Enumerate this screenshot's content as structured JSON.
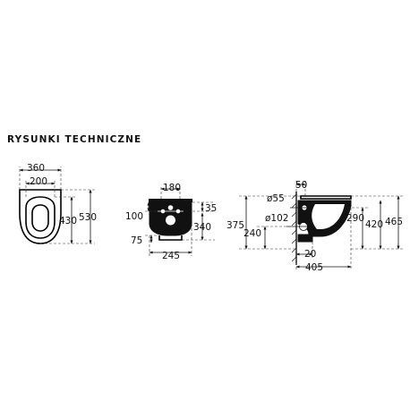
{
  "title": "RYSUNKI TECHNICZNE",
  "views": {
    "top": {
      "dims": {
        "outer_width": "360",
        "inner_width": "200",
        "inner_length": "430",
        "outer_length": "530"
      }
    },
    "front": {
      "dims": {
        "width_top": "180",
        "left_offset": "100",
        "bottom_offset": "75",
        "width_bottom": "245",
        "right_offset": "35",
        "height": "340"
      }
    },
    "side": {
      "dims": {
        "top_offset": "50",
        "inlet": "ø55",
        "outlet": "ø102",
        "h_left_outer": "375",
        "h_left_inner": "240",
        "bottom_offset": "20",
        "depth": "405",
        "h_right_1": "290",
        "h_right_2": "420",
        "h_right_3": "465"
      }
    }
  },
  "colors": {
    "line": "#111111",
    "background": "#ffffff",
    "fill": "#000000"
  }
}
